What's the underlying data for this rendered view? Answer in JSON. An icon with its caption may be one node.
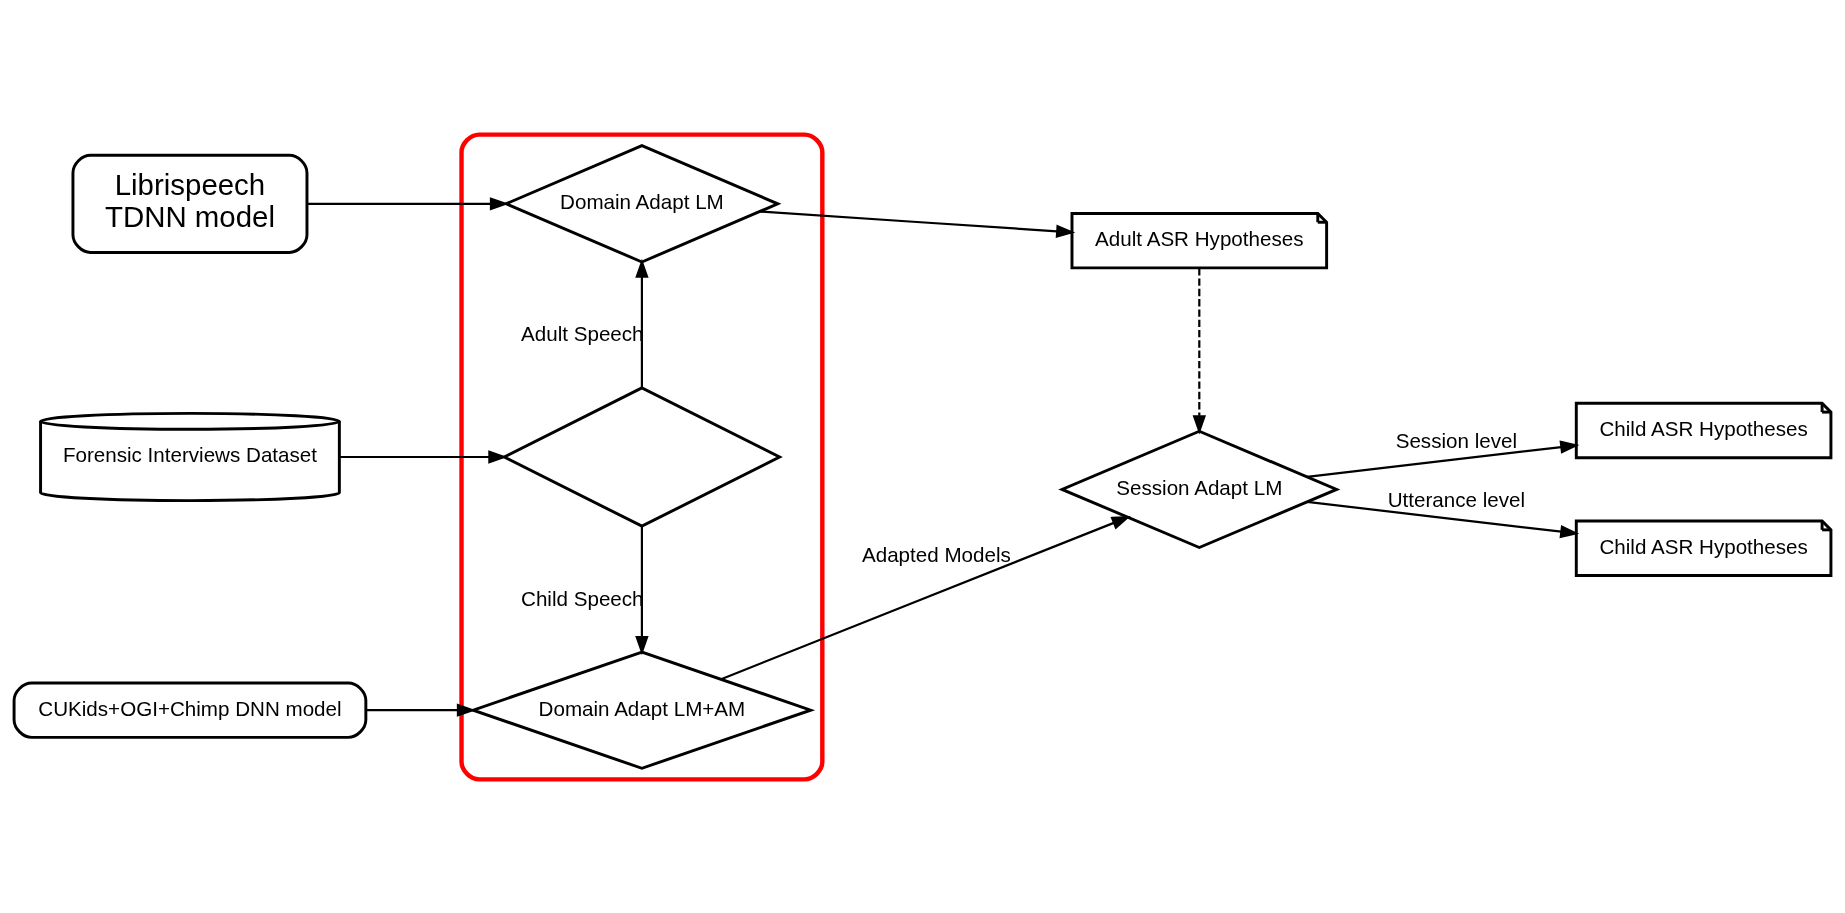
{
  "diagram": {
    "nodes": [
      {
        "text": [
          "Librispeech",
          "TDNN model"
        ]
      },
      {
        "text": [],
        "shape": "ellipse"
      },
      {
        "text": [
          "Domain Adapt LM"
        ],
        "in": 1
      },
      {
        "text": [
          "Adult ASR Hypotheses"
        ]
      },
      {
        "text": [
          "Forensic Interviews Dataset"
        ]
      },
      {
        "text": [],
        "shape": "diamond",
        "in": 1
      },
      {
        "text": [
          "CUKids+OGI+Chimp DNN model"
        ]
      },
      {
        "text": [
          "Domain Adapt LM+AM"
        ],
        "in": 1
      },
      {
        "text": [
          "Session Adapt LM"
        ]
      },
      {
        "text": [
          "Child ASR Hypotheses"
        ]
      },
      {
        "text": [
          "Child ASR Hypotheses"
        ]
      }
    ],
    "edges": [
      {
        "from": 0,
        "to": 2,
        "arrow": "to"
      },
      {
        "from": 2,
        "to": 3,
        "arrow": "to"
      },
      {
        "from": 5,
        "to": 2,
        "arrow": "to",
        "label": "Adult Speech"
      },
      {
        "from": 4,
        "to": 5,
        "arrow": "to"
      },
      {
        "from": 5,
        "to": 7,
        "arrow": "to",
        "label": "Child Speech"
      },
      {
        "from": 6,
        "to": 7,
        "arrow": "to"
      },
      {
        "from": 7,
        "to": 8,
        "arrow": "to",
        "label": "Adapted Models"
      },
      {
        "from": 3,
        "to": 8,
        "arrow": "to",
        "style": "dashed"
      },
      {
        "from": 8,
        "to": 9,
        "arrow": "to",
        "label": "Session level"
      },
      {
        "from": 8,
        "to": 10,
        "arrow": "to",
        "label": "Utterance level"
      }
    ]
  }
}
